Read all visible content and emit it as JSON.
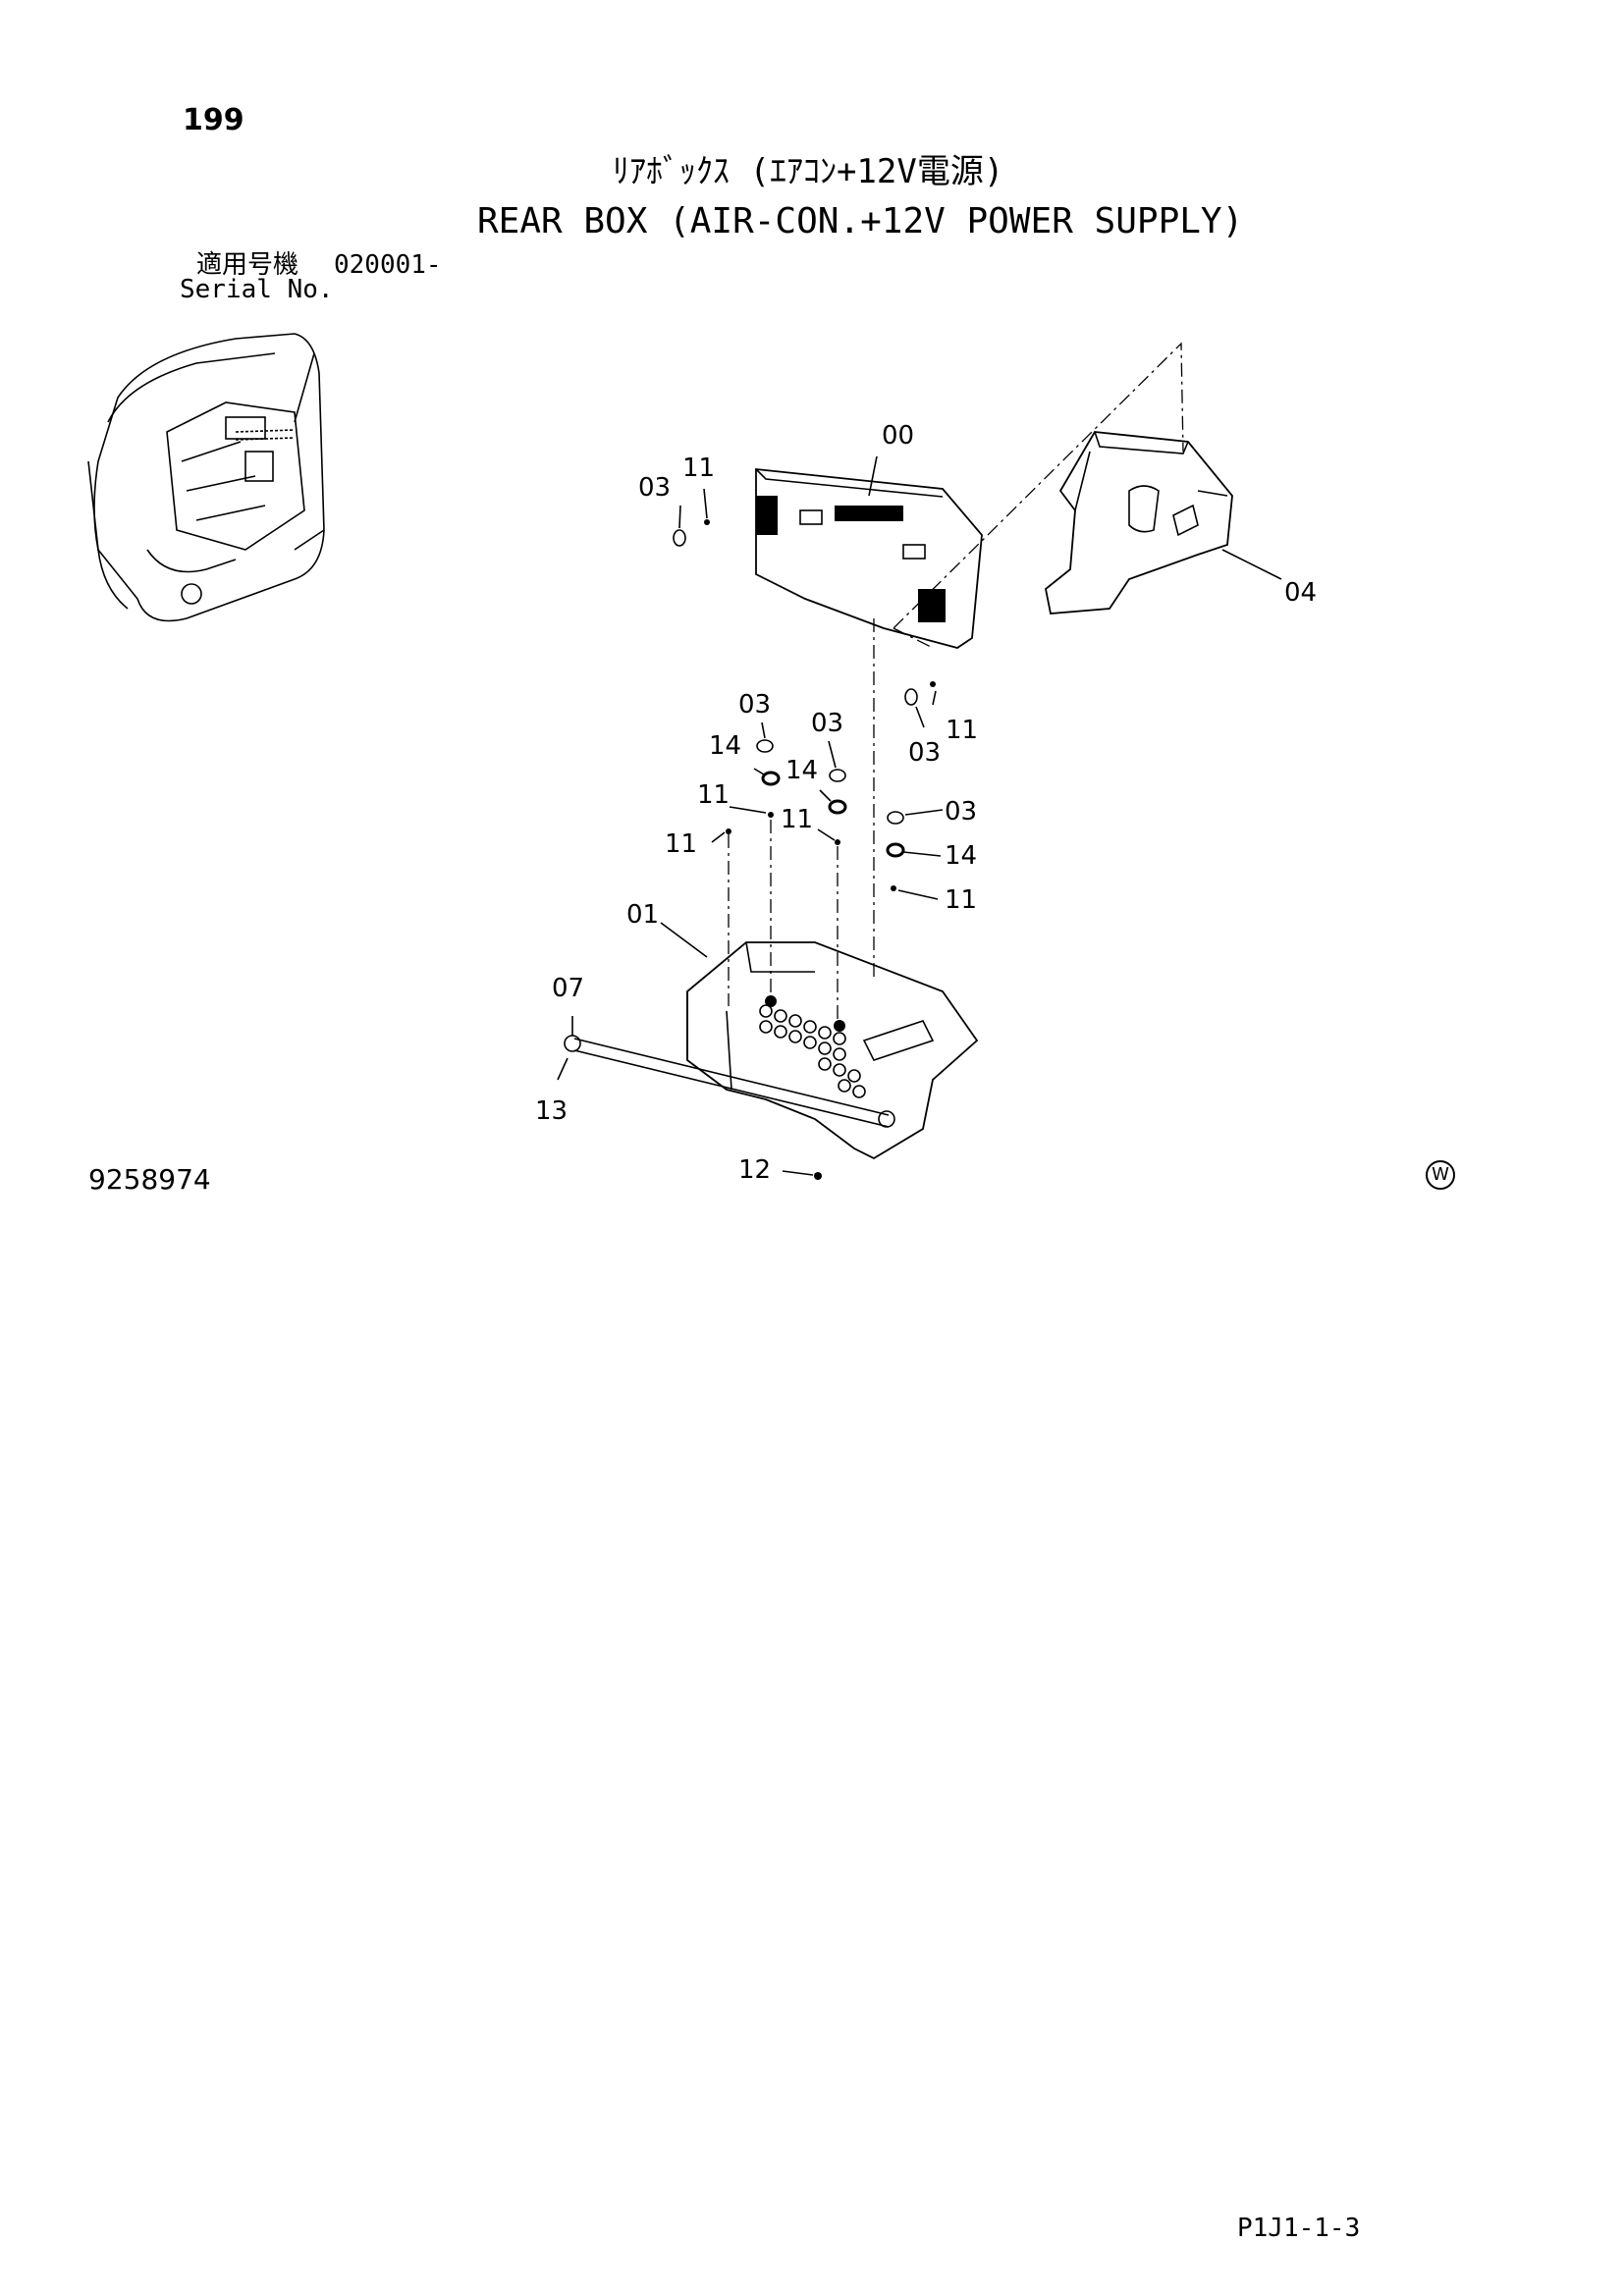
{
  "header": {
    "page_number": "199",
    "title_jp": "ﾘｱﾎﾞｯｸｽ (ｴｱｺﾝ+12V電源)",
    "title_en": "REAR BOX (AIR-CON.+12V POWER SUPPLY)",
    "serial_label_jp": "適用号機",
    "serial_value": "020001-",
    "serial_label_en": "Serial No."
  },
  "diagram": {
    "callouts": {
      "c00": "00",
      "c01": "01",
      "c03a": "03",
      "c03b": "03",
      "c03c": "03",
      "c03d": "03",
      "c03e": "03",
      "c04": "04",
      "c07": "07",
      "c11a": "11",
      "c11b": "11",
      "c11c": "11",
      "c11d": "11",
      "c11e": "11",
      "c11f": "11",
      "c12": "12",
      "c13": "13",
      "c14a": "14",
      "c14b": "14",
      "c14c": "14"
    }
  },
  "footer": {
    "part_code": "9258974",
    "mark": "W",
    "page_ref": "P1J1-1-3"
  }
}
